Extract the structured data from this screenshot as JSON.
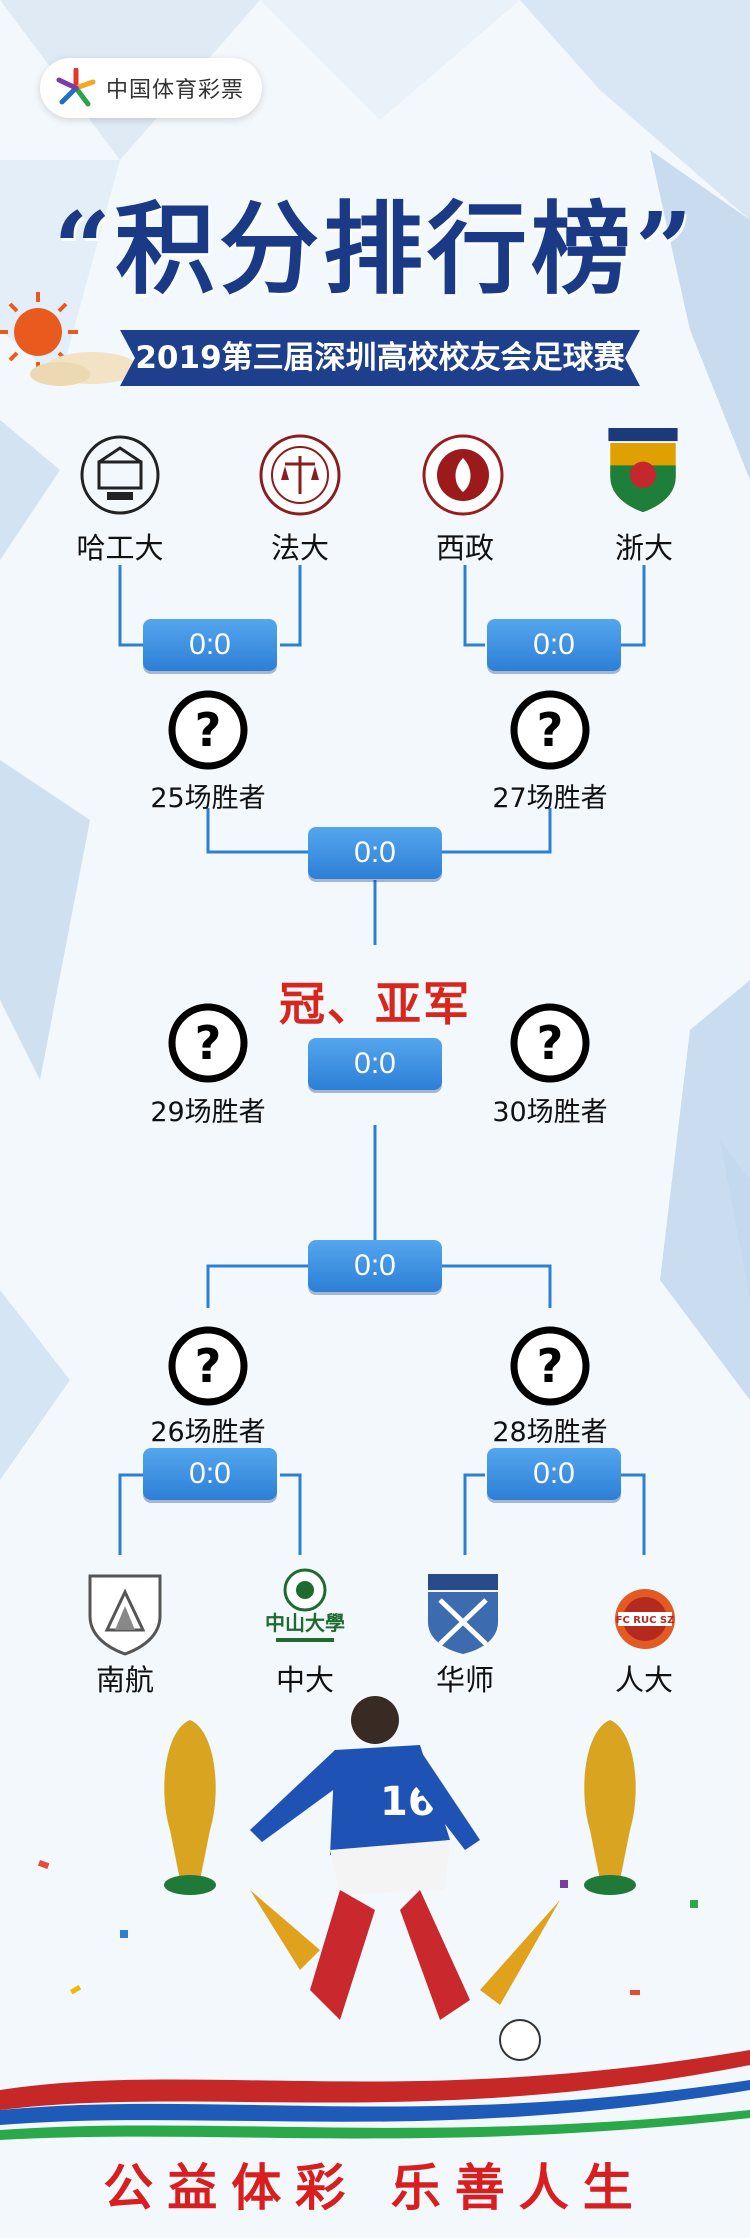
{
  "brand": {
    "name": "中国体育彩票"
  },
  "title": "“积分排行榜”",
  "subtitle": "2019第三届深圳高校校友会足球赛",
  "bracket": {
    "top_teams": [
      "哈工大",
      "法大",
      "西政",
      "浙大"
    ],
    "bottom_teams": [
      "南航",
      "中大",
      "华师",
      "人大"
    ],
    "scores": {
      "top_left": "0:0",
      "top_right": "0:0",
      "top_semi": "0:0",
      "final": "0:0",
      "bottom_semi": "0:0",
      "bottom_left": "0:0",
      "bottom_right": "0:0"
    },
    "winners": {
      "w25": "25场胜者",
      "w27": "27场胜者",
      "w29": "29场胜者",
      "w30": "30场胜者",
      "w26": "26场胜者",
      "w28": "28场胜者"
    },
    "final_label": "冠、亚军"
  },
  "slogan": "公益体彩 乐善人生",
  "colors": {
    "accent_blue": "#2c7fd6",
    "title_blue": "#1a3a86",
    "red": "#d81e1e"
  }
}
